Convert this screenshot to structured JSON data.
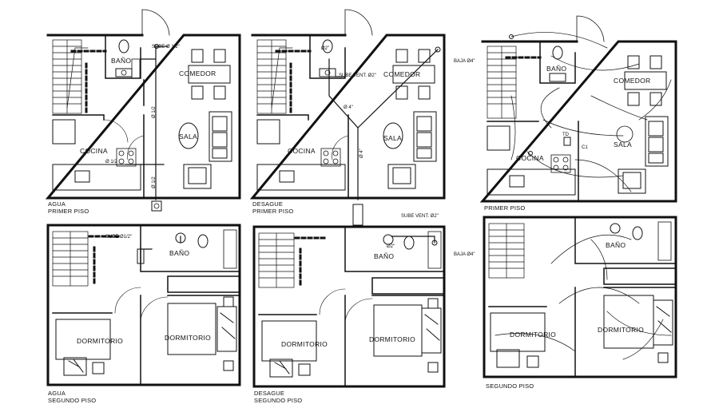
{
  "plans": [
    {
      "id": "agua-primer",
      "caption": [
        "AGUA",
        "PRIMER PISO"
      ],
      "rooms": {
        "bath": "BAÑO",
        "dining": "COMEDOR",
        "living": "SALA",
        "kitchen": "COCINA"
      },
      "notes": {
        "sube": "SUBE Ø 1/2\"",
        "pipe_v1": "Ø 1/2",
        "pipe_v2": "Ø 1/2",
        "pipe_k": "Ø 1/2"
      }
    },
    {
      "id": "desague-primer",
      "caption": [
        "DESAGUE",
        "PRIMER PISO"
      ],
      "rooms": {
        "dining": "COMEDOR",
        "living": "SALA",
        "kitchen": "COCINA"
      },
      "notes": {
        "d2a": "Ø2\"",
        "vent": "SUBE VENT. Ø2\"",
        "baja": "BAJA Ø4\"",
        "d4": "Ø 4\"",
        "d4b": "Ø 4\""
      }
    },
    {
      "id": "elec-primer",
      "caption": [
        "PRIMER PISO"
      ],
      "rooms": {
        "bath": "BAÑO",
        "dining": "COMEDOR",
        "living": "SALA",
        "kitchen": "COCINA"
      },
      "notes": {
        "td": "TD",
        "c1": "C1"
      }
    },
    {
      "id": "agua-segundo",
      "caption": [
        "AGUA",
        "SEGUNDO PISO"
      ],
      "rooms": {
        "bath": "BAÑO",
        "bed1": "DORMITORIO",
        "bed2": "DORMITORIO"
      },
      "notes": {
        "sube": "SUBE Ø1/2\""
      }
    },
    {
      "id": "desague-segundo",
      "caption": [
        "DESAGUE",
        "SEGUNDO PISO"
      ],
      "rooms": {
        "bath": "BAÑO",
        "bed1": "DORMITORIO",
        "bed2": "DORMITORIO"
      },
      "notes": {
        "vent": "SUBE VENT. Ø2\"",
        "d2": "Ø2\"",
        "baja": "BAJA Ø4\""
      }
    },
    {
      "id": "elec-segundo",
      "caption": [
        "SEGUNDO PISO"
      ],
      "rooms": {
        "bath": "BAÑO",
        "bed1": "DORMITORIO",
        "bed2": "DORMITORIO"
      },
      "notes": {}
    }
  ]
}
